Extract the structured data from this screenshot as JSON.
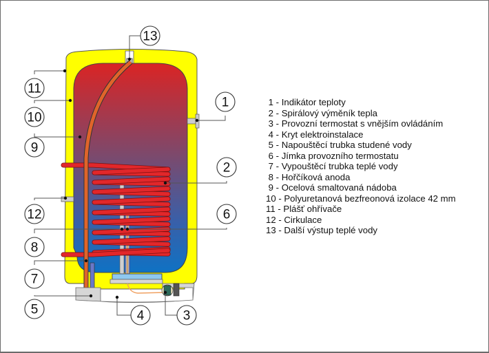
{
  "diagram": {
    "type": "cross-section of indirect water heater",
    "colors": {
      "casing": "#ffff00",
      "tank_top": "#d8262a",
      "tank_bottom": "#1470c0",
      "coil": "#e2272a",
      "outlet_pipe": "#e0642a",
      "base_cover": "#d6d6d6",
      "thermostat": "#2e6b5c"
    },
    "callouts": [
      {
        "num": "1",
        "label": "Indikátor teploty"
      },
      {
        "num": "2",
        "label": "Spirálový výměník tepla"
      },
      {
        "num": "3",
        "label": "Provozní termostat s vnějším ovládáním"
      },
      {
        "num": "4",
        "label": "Kryt elektroinstalace"
      },
      {
        "num": "5",
        "label": "Napouštěcí trubka studené vody"
      },
      {
        "num": "6",
        "label": "Jímka provozního termostatu"
      },
      {
        "num": "7",
        "label": "Vypouštěcí trubka teplé vody"
      },
      {
        "num": "8",
        "label": "Hořčíková anoda"
      },
      {
        "num": "9",
        "label": "Ocelová smaltovaná nádoba"
      },
      {
        "num": "10",
        "label": "Polyuretanová bezfreonová izolace 42 mm"
      },
      {
        "num": "11",
        "label": "Plášť ohřívače"
      },
      {
        "num": "12",
        "label": "Cirkulace"
      },
      {
        "num": "13",
        "label": "Další výstup teplé vody"
      }
    ],
    "legend": [
      " 1 - Indikátor teploty",
      " 2 - Spirálový výměník tepla",
      " 3 - Provozní termostat s vnějším ovládáním",
      " 4 - Kryt elektroinstalace",
      " 5 - Napouštěcí trubka studené vody",
      " 6 - Jímka provozního termostatu",
      " 7 - Vypouštěcí trubka teplé vody",
      " 8 - Hořčíková anoda",
      " 9 - Ocelová smaltovaná nádoba",
      "10 - Polyuretanová bezfreonová izolace 42 mm",
      "11 - Plášť ohřívače",
      "12 - Cirkulace",
      "13 - Další výstup teplé vody"
    ]
  }
}
